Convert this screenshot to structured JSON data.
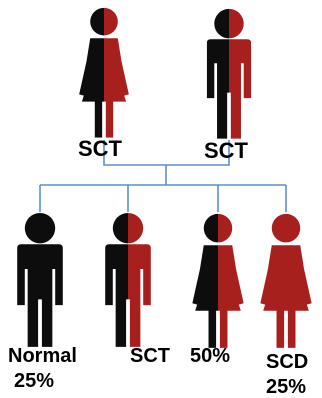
{
  "colors": {
    "black": "#0d0d0d",
    "red": "#a8201e",
    "line": "#5b8fc9"
  },
  "parents": [
    {
      "id": "mother",
      "figure": "female",
      "fill": "split",
      "label": "SCT"
    },
    {
      "id": "father",
      "figure": "male",
      "fill": "split",
      "label": "SCT"
    }
  ],
  "children": [
    {
      "id": "normal",
      "figure": "male",
      "fill": "black",
      "label": "Normal",
      "percent": "25%"
    },
    {
      "id": "sct-male",
      "figure": "male",
      "fill": "split",
      "label": "SCT",
      "percent": "50%"
    },
    {
      "id": "sct-female",
      "figure": "female",
      "fill": "split",
      "label": "",
      "percent": ""
    },
    {
      "id": "scd",
      "figure": "female",
      "fill": "red",
      "label": "SCD",
      "percent": "25%"
    }
  ]
}
